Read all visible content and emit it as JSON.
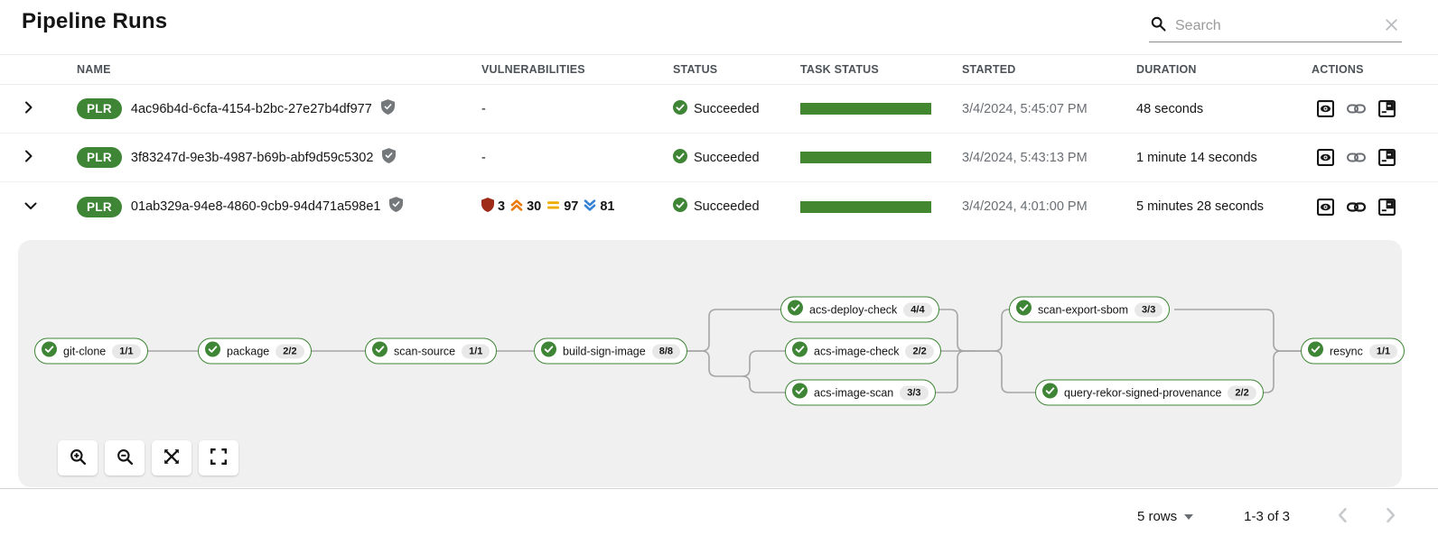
{
  "page": {
    "title": "Pipeline Runs"
  },
  "search": {
    "placeholder": "Search",
    "clear_icon": "x-mark"
  },
  "colors": {
    "success_green": "#3e8635",
    "task_bar_green": "#448731",
    "critical_red": "#9e2b18",
    "high_orange": "#ec7a08",
    "medium_amber": "#f0ab00",
    "low_blue": "#3382d8",
    "panel_gray": "#f0f0f0"
  },
  "icons": {
    "search": "magnifier",
    "row_collapsed": "chevron-right",
    "row_expanded": "chevron-down",
    "signed": "shield-check",
    "status": "check-circle",
    "actions": [
      "output-eye",
      "link-chain",
      "logs-document"
    ],
    "graph_controls": [
      "zoom-in",
      "zoom-out",
      "fit-to-screen",
      "reset-view"
    ]
  },
  "table": {
    "columns": [
      "NAME",
      "VULNERABILITIES",
      "STATUS",
      "TASK STATUS",
      "STARTED",
      "DURATION",
      "ACTIONS"
    ],
    "rows": [
      {
        "badge": "PLR",
        "name": "4ac96b4d-6cfa-4154-b2bc-27e27b4df977",
        "vulnerabilities": "-",
        "status": "Succeeded",
        "started": "3/4/2024, 5:45:07 PM",
        "duration": "48 seconds"
      },
      {
        "badge": "PLR",
        "name": "3f83247d-9e3b-4987-b69b-abf9d59c5302",
        "vulnerabilities": "-",
        "status": "Succeeded",
        "started": "3/4/2024, 5:43:13 PM",
        "duration": "1 minute 14 seconds"
      },
      {
        "badge": "PLR",
        "name": "01ab329a-94e8-4860-9cb9-94d471a598e1",
        "vulnerabilities": {
          "critical": "3",
          "high": "30",
          "medium": "97",
          "low": "81"
        },
        "status": "Succeeded",
        "started": "3/4/2024, 4:01:00 PM",
        "duration": "5 minutes 28 seconds"
      }
    ]
  },
  "pipeline_graph": {
    "tasks": [
      {
        "name": "git-clone",
        "count": "1/1"
      },
      {
        "name": "package",
        "count": "2/2"
      },
      {
        "name": "scan-source",
        "count": "1/1"
      },
      {
        "name": "build-sign-image",
        "count": "8/8"
      },
      {
        "name": "acs-deploy-check",
        "count": "4/4"
      },
      {
        "name": "acs-image-check",
        "count": "2/2"
      },
      {
        "name": "acs-image-scan",
        "count": "3/3"
      },
      {
        "name": "scan-export-sbom",
        "count": "3/3"
      },
      {
        "name": "query-rekor-signed-provenance",
        "count": "2/2"
      },
      {
        "name": "resync",
        "count": "1/1"
      }
    ]
  },
  "footer": {
    "rows_per_page": "5 rows",
    "range": "1-3 of 3"
  }
}
